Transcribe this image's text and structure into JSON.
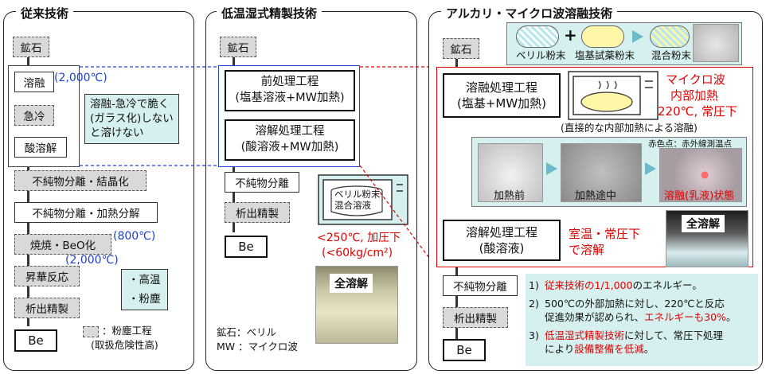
{
  "panel_left": {
    "title": "従来技術",
    "steps": [
      "鉱石",
      "溶融",
      "急冷",
      "酸溶解",
      "不純物分離・結晶化",
      "不純物分離・加熱分解",
      "焼焼・BeO化",
      "昇華反応",
      "析出精製",
      "Be"
    ],
    "temp_melt": "(2,000℃)",
    "temp_baked": "(800℃)",
    "temp_sublime": "(2,000℃)",
    "callout_quench": [
      "溶融-急冷で脆く",
      "(ガラス化)しない",
      "と溶けない"
    ],
    "callout_hazard": [
      "・高温",
      "・粉塵"
    ],
    "legend_label": "：粉塵工程",
    "legend_sub": "(取扱危険性高)"
  },
  "panel_mid": {
    "title": "低温湿式精製技術",
    "steps": [
      "鉱石",
      "不純物分離",
      "析出精製",
      "Be"
    ],
    "pre_process": [
      "前処理工程",
      "(塩基溶液+MW加熱)"
    ],
    "dissolve_process": [
      "溶解処理工程",
      "(酸溶液+MW加熱)"
    ],
    "vessel_label": [
      "ベリル粉末",
      "混合溶液"
    ],
    "conditions": [
      "<250℃, 加圧下",
      "(<60kg/cm²)"
    ],
    "photo_label": "全溶解",
    "legend": [
      "鉱石：ベリル",
      "MW ：マイクロ波"
    ]
  },
  "panel_right": {
    "title": "アルカリ・マイクロ波溶融技術",
    "steps": [
      "鉱石",
      "不純物分離",
      "析出精製",
      "Be"
    ],
    "mix_labels": [
      "ベリル粉末",
      "塩基試薬粉末",
      "混合粉末"
    ],
    "plus": "+",
    "melt_process": [
      "溶融処理工程",
      "(塩基+MW加熱)"
    ],
    "melt_conditions": [
      "マイクロ波",
      "内部加熱",
      "220℃, 常圧下"
    ],
    "melt_caption": "(直接的な内部加熱による溶融)",
    "thermo_note": "赤色点：赤外線測温点",
    "photo_labels": [
      "加熱前",
      "加熱途中",
      "溶融(乳液)状態"
    ],
    "dissolve_process": [
      "溶解処理工程",
      "(酸溶液)"
    ],
    "dissolve_conditions": [
      "室温・常圧下",
      "で溶解"
    ],
    "photo_full": "全溶解",
    "results": [
      {
        "num": "1)",
        "parts": [
          {
            "t": "従来技術の1/1,000",
            "red": true
          },
          {
            "t": "のエネルギー。",
            "red": false
          }
        ]
      },
      {
        "num": "2)",
        "parts": [
          {
            "t": "500℃の外部加熱に対し、220℃と反応",
            "red": false
          }
        ]
      },
      {
        "num": "",
        "parts": [
          {
            "t": "促進効果が認められ、",
            "red": false
          },
          {
            "t": "エネルギーも30%",
            "red": true
          },
          {
            "t": "。",
            "red": false
          }
        ]
      },
      {
        "num": "3)",
        "parts": [
          {
            "t": "低温湿式精製技術",
            "red": true
          },
          {
            "t": "に対して、常圧下処理",
            "red": false
          }
        ]
      },
      {
        "num": "",
        "parts": [
          {
            "t": "により",
            "red": false
          },
          {
            "t": "設備整備を低減",
            "red": true
          },
          {
            "t": "。",
            "red": false
          }
        ]
      }
    ]
  },
  "colors": {
    "callout_bg": "#d6f0f0",
    "accent_red": "#e00000",
    "accent_blue": "#1a3fd6",
    "process_gray": "#d9d9d9"
  }
}
